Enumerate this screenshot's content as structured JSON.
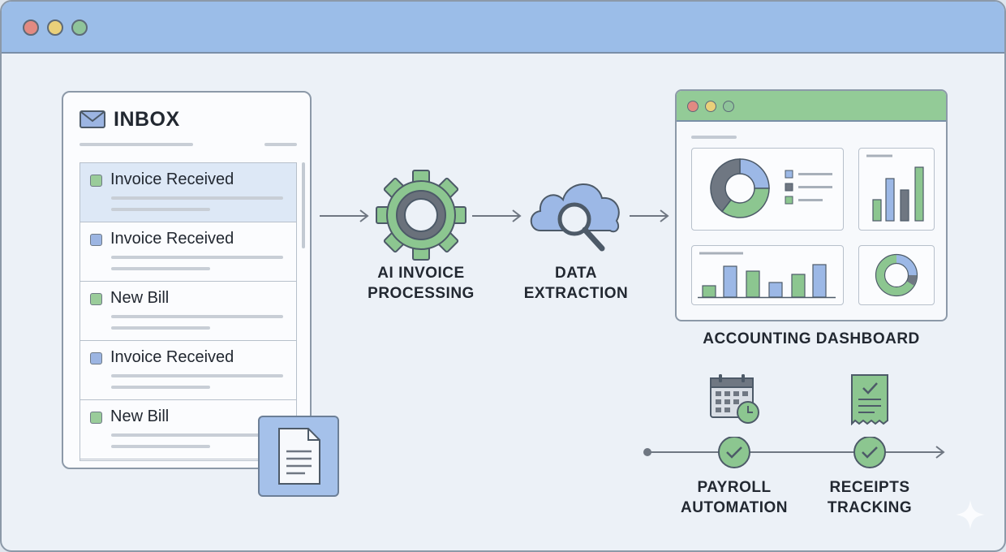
{
  "window": {
    "controls": [
      "close",
      "minimize",
      "maximize"
    ]
  },
  "inbox": {
    "title": "INBOX",
    "icon": "envelope-icon",
    "items": [
      {
        "label": "Invoice Received",
        "marker_color": "#9acc9a",
        "highlighted": true
      },
      {
        "label": "Invoice Received",
        "marker_color": "#9cb5e2",
        "highlighted": false
      },
      {
        "label": "New Bill",
        "marker_color": "#9acc9a",
        "highlighted": false
      },
      {
        "label": "Invoice Received",
        "marker_color": "#9cb5e2",
        "highlighted": false
      },
      {
        "label": "New Bill",
        "marker_color": "#9acc9a",
        "highlighted": false
      }
    ],
    "attachment_icon": "document-icon"
  },
  "steps": {
    "ai_processing": {
      "line1": "AI INVOICE",
      "line2": "PROCESSING",
      "icon": "gear-icon"
    },
    "data_extraction": {
      "line1": "DATA",
      "line2": "EXTRACTION",
      "icon": "cloud-search-icon"
    }
  },
  "dashboard": {
    "label": "ACCOUNTING DASHBOARD",
    "icon_panels": [
      "donut-chart-icon",
      "bar-chart-icon",
      "bar-chart-icon",
      "ring-chart-icon"
    ]
  },
  "timeline": {
    "payroll": {
      "line1": "PAYROLL",
      "line2": "AUTOMATION",
      "icon": "calendar-clock-icon"
    },
    "receipts": {
      "line1": "RECEIPTS",
      "line2": "TRACKING",
      "icon": "receipt-icon"
    }
  },
  "colors": {
    "titlebar": "#9bbde8",
    "accent_green": "#93cb97",
    "accent_blue": "#9cb5e2",
    "dark_gray": "#6f7782"
  }
}
